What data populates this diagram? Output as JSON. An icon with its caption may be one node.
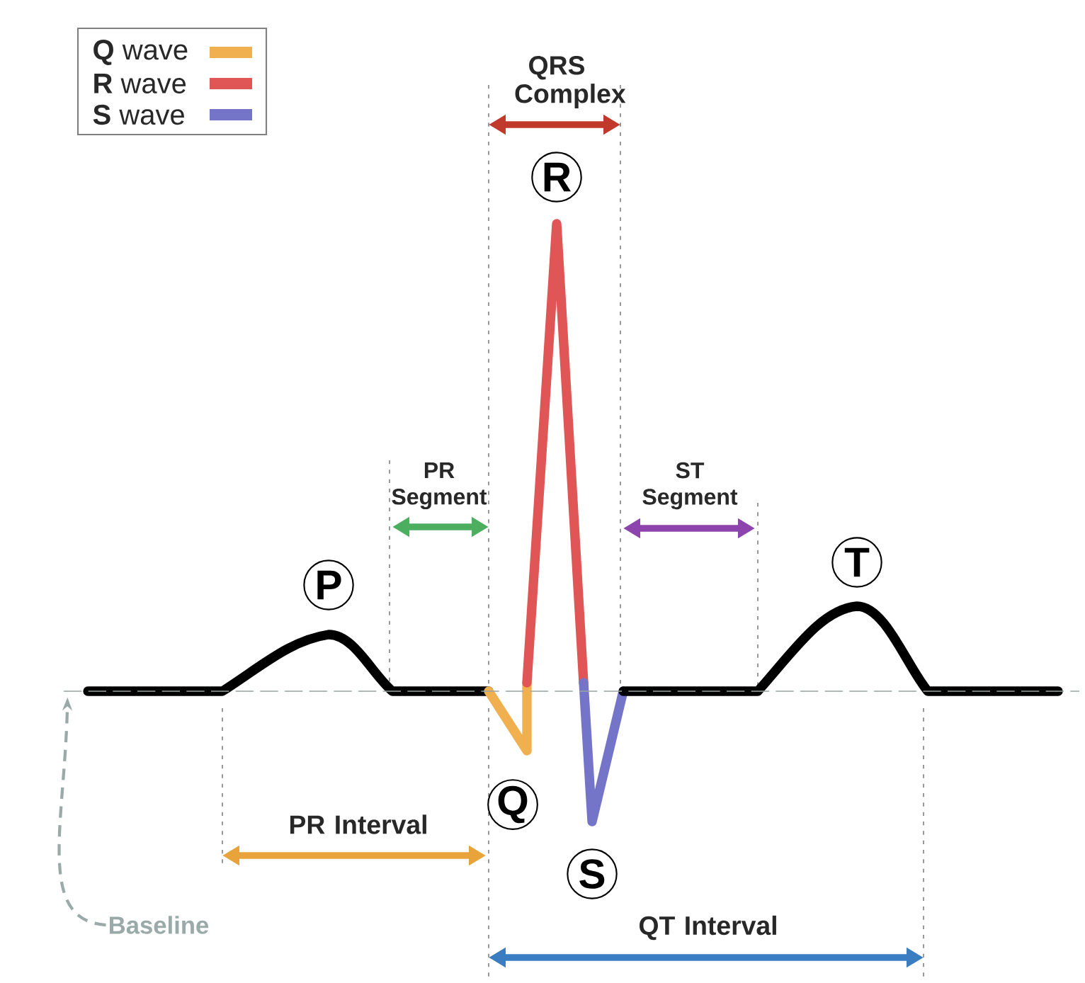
{
  "diagram": {
    "nodes": [
      {
        "text": [
          "P"
        ]
      },
      {
        "text": [
          "R"
        ]
      },
      {
        "text": [
          "Q"
        ]
      },
      {
        "text": [
          "S"
        ]
      },
      {
        "text": [
          "T"
        ]
      },
      {
        "text": [
          "Baseline"
        ]
      },
      {
        "text": [],
        "shape": "line"
      }
    ],
    "edges": [
      {
        "from": 5,
        "to": 6,
        "arrow": "to",
        "style": "dashed",
        "color": "#9aaaa8"
      }
    ],
    "labels": [
      "QRS Complex",
      "PR Segment",
      "ST Segment",
      "PR Interval",
      "QT Interval"
    ],
    "legend": [
      {
        "text": "**Q** wave",
        "color": "#f0b050"
      },
      {
        "text": "**R** wave",
        "color": "#e05555"
      },
      {
        "text": "**S** wave",
        "color": "#7474c8"
      }
    ]
  }
}
